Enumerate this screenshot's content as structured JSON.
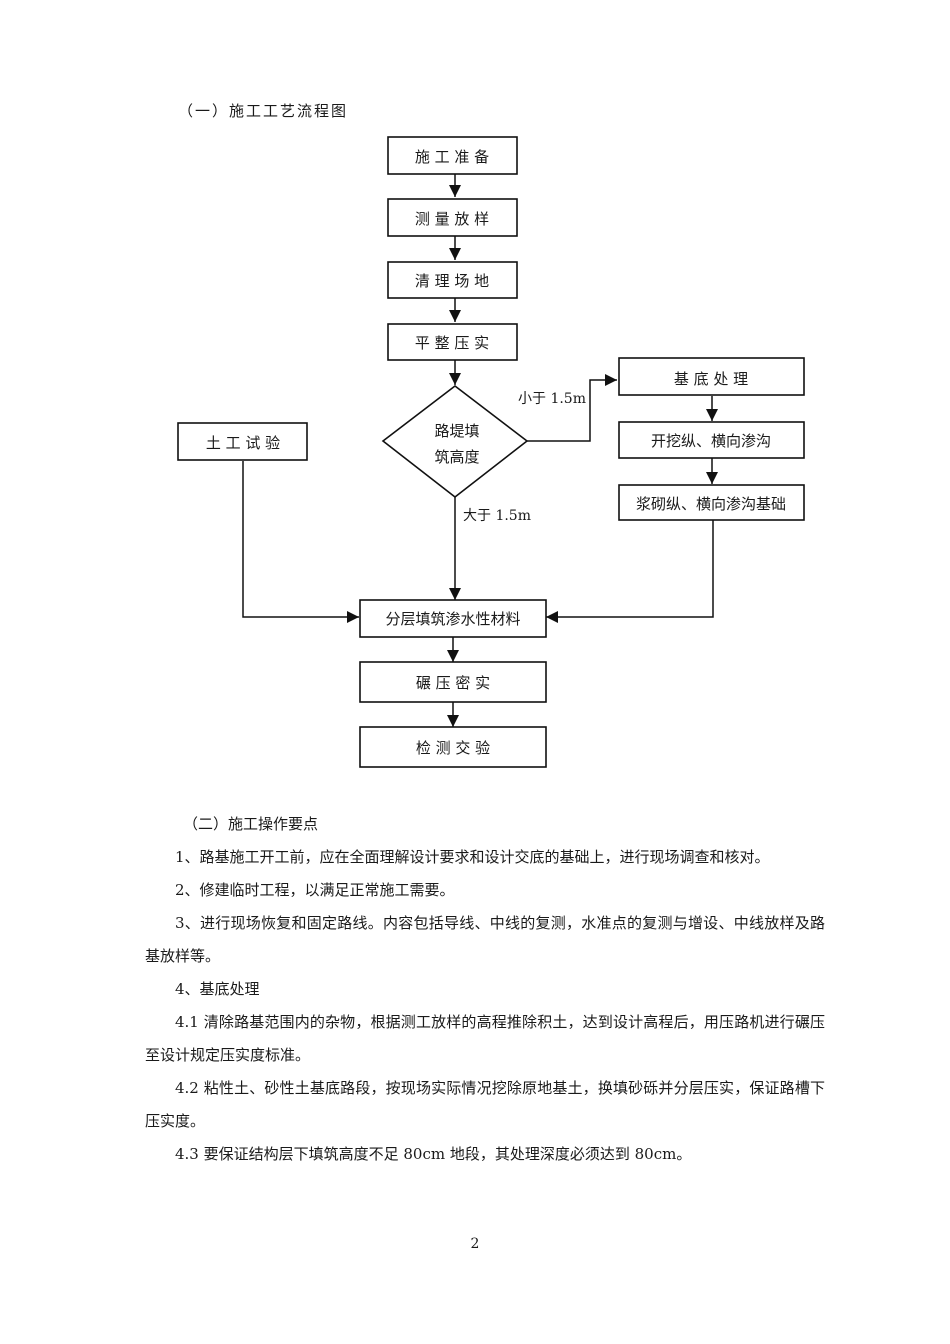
{
  "section1": {
    "title": "（一）施工工艺流程图"
  },
  "flowchart": {
    "nodes": {
      "prepare": "施 工 准 备",
      "survey": "测 量 放 样",
      "clear": "清 理 场 地",
      "level": "平 整 压 实",
      "decision_line1": "路堤填",
      "decision_line2": "筑高度",
      "soil_test": "土 工 试 验",
      "base_treat": "基 底 处 理",
      "dig_ditch": "开挖纵、横向渗沟",
      "mortar_ditch": "浆砌纵、横向渗沟基础",
      "layer_fill": "分层填筑渗水性材料",
      "compact": "碾 压 密 实",
      "inspect": "检 测 交 验"
    },
    "edge_labels": {
      "less_than": "小于 1.5m",
      "greater_than": "大于 1.5m"
    }
  },
  "section2": {
    "title": "（二）施工操作要点",
    "paragraphs": [
      "1、路基施工开工前，应在全面理解设计要求和设计交底的基础上，进行现场调查和核对。",
      "2、修建临时工程，以满足正常施工需要。",
      "3、进行现场恢复和固定路线。内容包括导线、中线的复测，水准点的复测与增设、中线放样及路基放样等。",
      "4、基底处理",
      "4.1 清除路基范围内的杂物，根据测工放样的高程推除积土，达到设计高程后，用压路机进行碾压至设计规定压实度标准。",
      "4.2 粘性土、砂性土基底路段，按现场实际情况挖除原地基土，换填砂砾并分层压实，保证路槽下压实度。",
      "4.3 要保证结构层下填筑高度不足 80cm 地段，其处理深度必须达到 80cm。"
    ]
  },
  "page_number": "2"
}
